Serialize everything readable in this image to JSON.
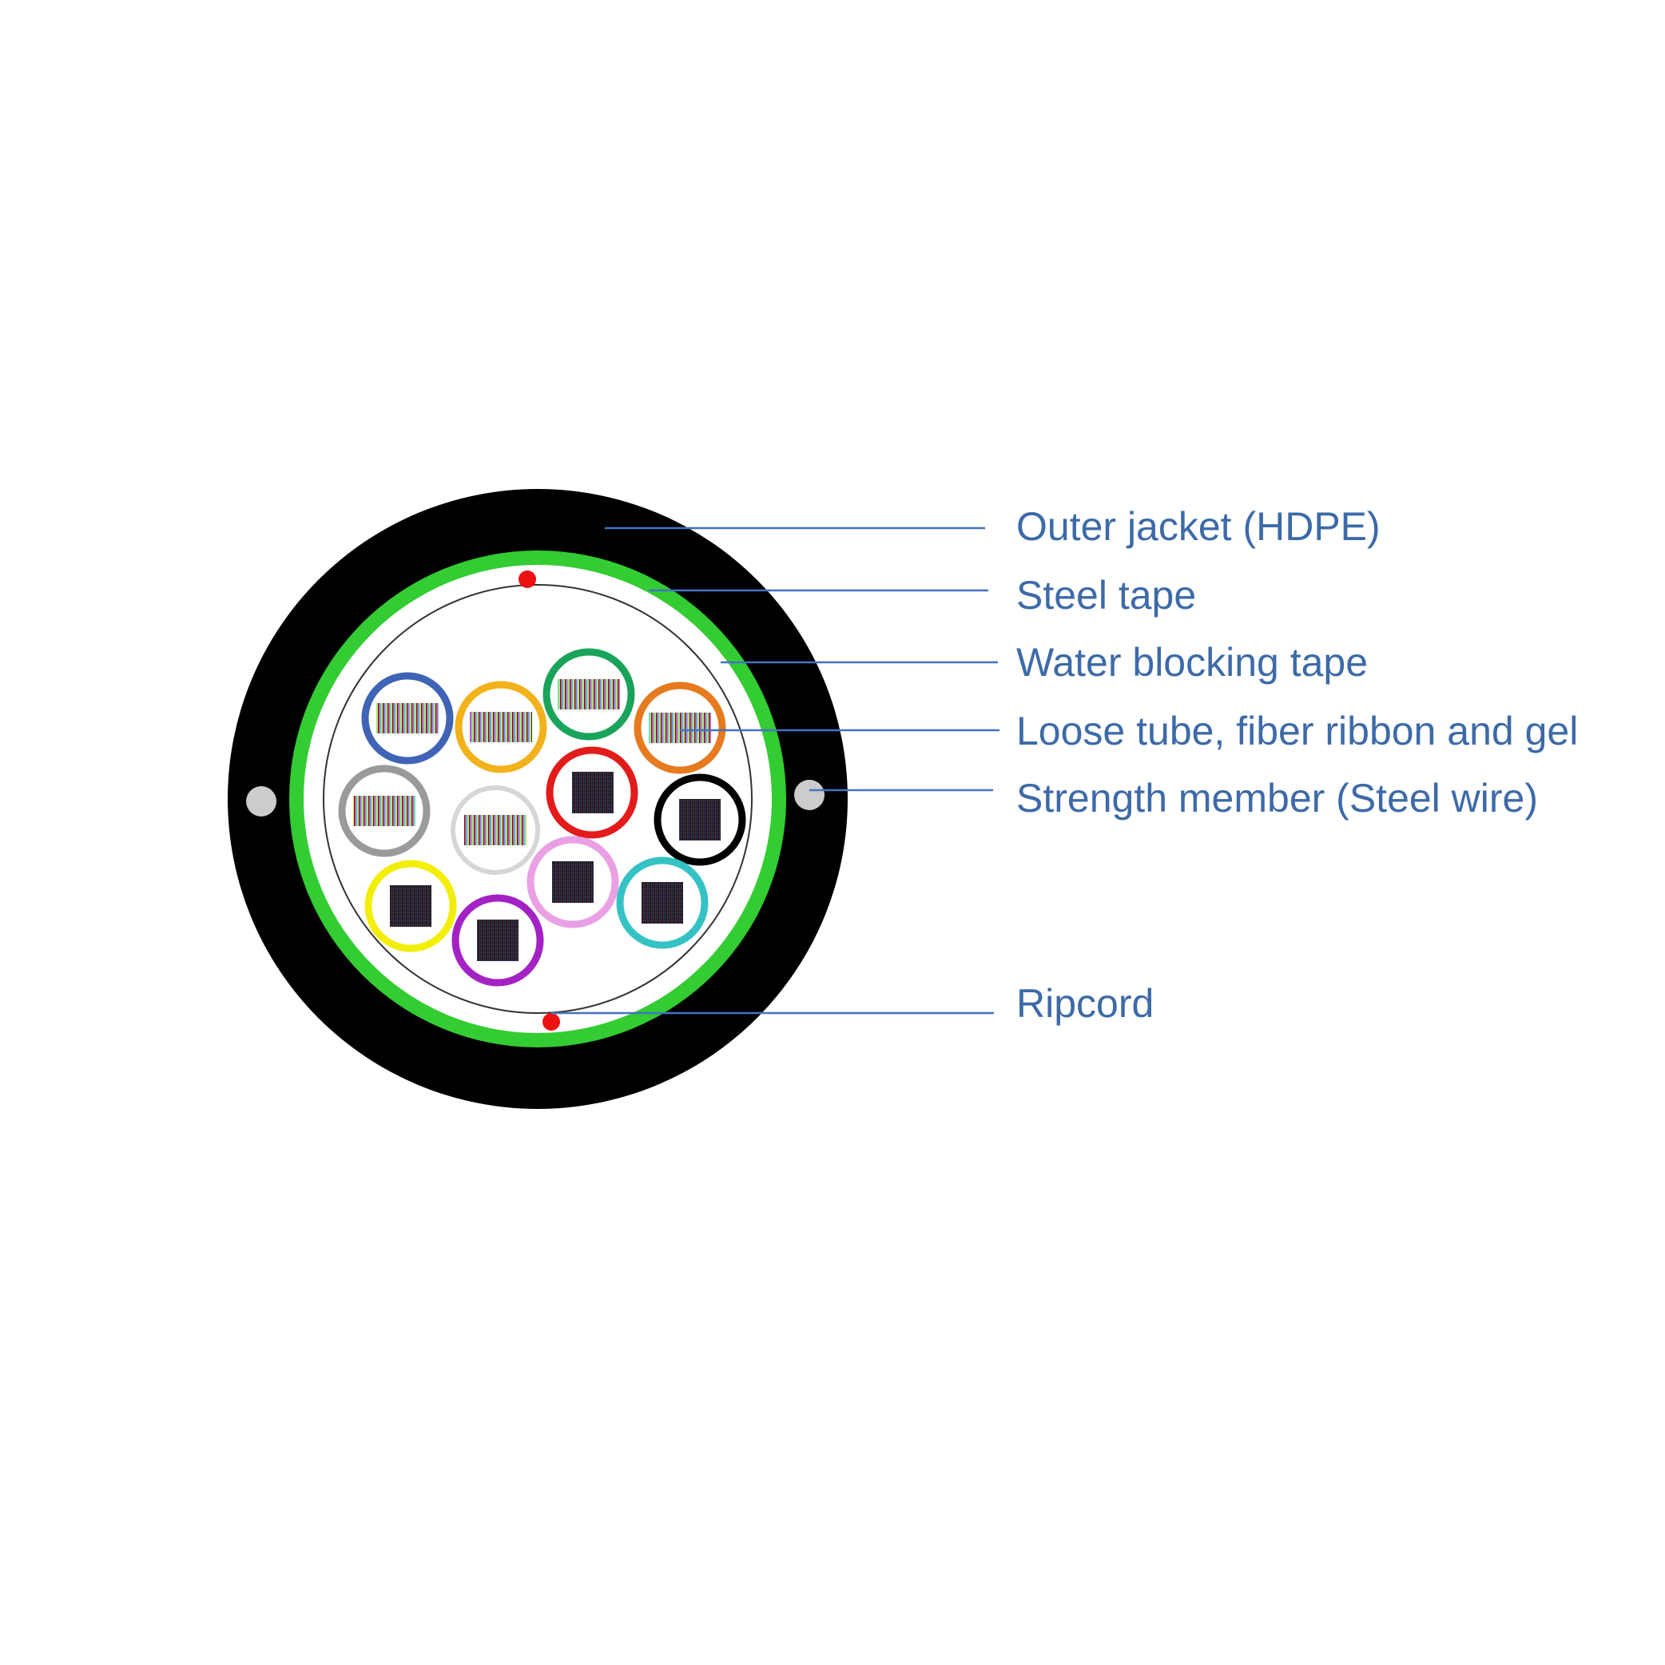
{
  "colors": {
    "jacket": "#000000",
    "armor": "#33cc33",
    "core": "#ffffff",
    "ripcord": "#ee1111",
    "strength_member": "#cccccc",
    "leader_line": "#4472c4",
    "label_text": "#3d6aa8"
  },
  "labels": {
    "outer_jacket": "Outer jacket (HDPE)",
    "steel_tape": "Steel tape",
    "water_blocking_tape": "Water blocking tape",
    "loose_tube": "Loose tube, fiber ribbon and gel",
    "strength_member": "Strength member (Steel wire)",
    "ripcord": "Ripcord"
  },
  "tubes": [
    {
      "name": "blue-loose-tube",
      "color": "#3f63b5",
      "ribbon": "striped"
    },
    {
      "name": "yellow-orange-loose-tube",
      "color": "#f2b21b",
      "ribbon": "striped"
    },
    {
      "name": "green-loose-tube",
      "color": "#1aa35a",
      "ribbon": "striped"
    },
    {
      "name": "orange-loose-tube",
      "color": "#e57a1e",
      "ribbon": "striped"
    },
    {
      "name": "grey-loose-tube",
      "color": "#9a9a9a",
      "ribbon": "striped"
    },
    {
      "name": "white-loose-tube",
      "color": "#d6d6d6",
      "ribbon": "striped"
    },
    {
      "name": "red-loose-tube",
      "color": "#e21b1b",
      "ribbon": "solid"
    },
    {
      "name": "black-loose-tube",
      "color": "#000000",
      "ribbon": "solid"
    },
    {
      "name": "yellow-loose-tube",
      "color": "#f2ee0a",
      "ribbon": "solid"
    },
    {
      "name": "violet-loose-tube",
      "color": "#a422c4",
      "ribbon": "solid"
    },
    {
      "name": "pink-loose-tube",
      "color": "#eaa0e4",
      "ribbon": "solid"
    },
    {
      "name": "aqua-loose-tube",
      "color": "#35c2c4",
      "ribbon": "solid"
    }
  ]
}
